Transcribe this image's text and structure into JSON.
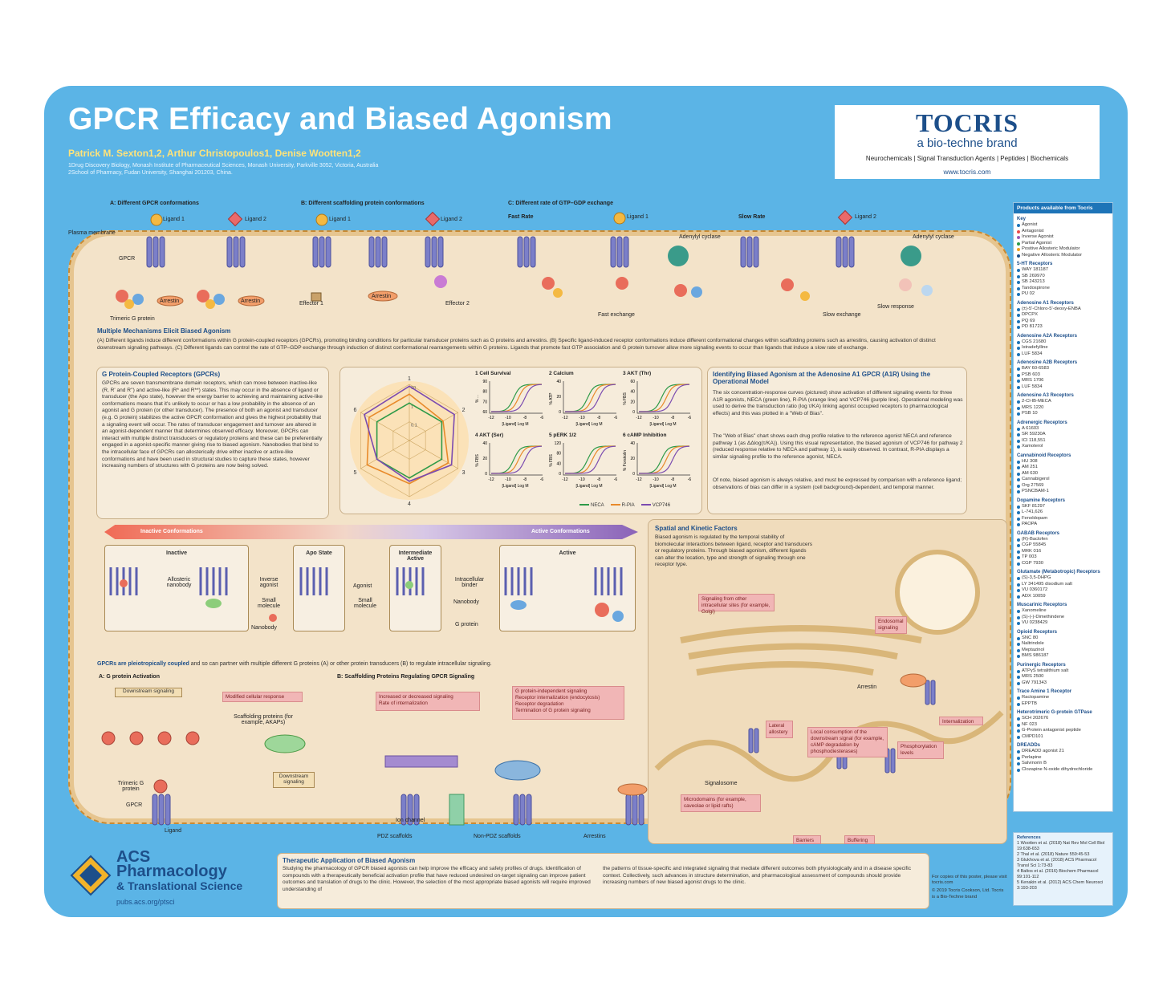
{
  "header": {
    "title": "GPCR Efficacy and Biased Agonism",
    "authors": "Patrick M. Sexton1,2, Arthur Christopoulos1, Denise Wootten1,2",
    "affiliation1": "1Drug Discovery Biology, Monash Institute of Pharmaceutical Sciences, Monash University, Parkville 3052, Victoria, Australia",
    "affiliation2": "2School of Pharmacy, Fudan University, Shanghai 201203, China."
  },
  "tocris": {
    "name": "TOCRIS",
    "brand": "a bio-techne brand",
    "products": "Neurochemicals | Signal Transduction Agents | Peptides | Biochemicals",
    "url": "www.tocris.com"
  },
  "top_panels": {
    "a_title": "A: Different GPCR conformations",
    "b_title": "B: Different scaffolding protein conformations",
    "c_title": "C: Different rate of GTP–GDP exchange",
    "fast_rate": "Fast Rate",
    "slow_rate": "Slow Rate",
    "ligand1": "Ligand 1",
    "ligand2": "Ligand 2",
    "plasma_membrane": "Plasma membrane",
    "gpcr": "GPCR",
    "trimeric_g": "Trimeric G protein",
    "arrestin": "Arrestin",
    "effector1": "Effector 1",
    "effector2": "Effector 2",
    "adenylyl_cyclase": "Adenylyl cyclase",
    "fast_exchange": "Fast exchange",
    "slow_exchange": "Slow exchange",
    "slow_response": "Slow response"
  },
  "mechanisms": {
    "title": "Multiple Mechanisms Elicit Biased Agonism",
    "text": "(A) Different ligands induce different conformations within G protein-coupled receptors (GPCRs), promoting binding conditions for particular transducer proteins such as G proteins and arrestins. (B) Specific ligand-induced receptor conformations induce different conformational changes within scaffolding proteins such as arrestins, causing activation of distinct downstream signaling pathways. (C) Different ligands can control the rate of GTP–GDP exchange through induction of distinct conformational rearrangements within G proteins. Ligands that promote fast GTP association and G protein turnover allow more signaling events to occur than ligands that induce a slow rate of exchange."
  },
  "gpcr_section": {
    "title": "G Protein-Coupled Receptors (GPCRs)",
    "text": "GPCRs are seven transmembrane domain receptors, which can move between inactive-like (R, R' and R'') and active-like (R* and R**) states. This may occur in the absence of ligand or transducer (the Apo state), however the energy barrier to achieving and maintaining active-like conformations means that it's unlikely to occur or has a low probability in the absence of an agonist and G protein (or other transducer). The presence of both an agonist and transducer (e.g. G protein) stabilizes the active GPCR conformation and gives the highest probability that a signaling event will occur. The rates of transducer engagement and turnover are altered in an agonist-dependent manner that determines observed efficacy. Moreover, GPCRs can interact with multiple distinct transducers or regulatory proteins and these can be preferentially engaged in a agonist-specific manner giving rise to biased agonism. Nanobodies that bind to the intracellular face of GPCRs can allosterically drive either inactive or active-like conformations and have been used in structural studies to capture these states, however increasing numbers of structures with G proteins are now being solved."
  },
  "chart_data": [
    {
      "type": "radar",
      "axes": [
        "1",
        "2",
        "3",
        "4",
        "5",
        "6"
      ],
      "ring_labels": [
        "0.1",
        "1",
        "10"
      ],
      "series": [
        {
          "name": "NECA",
          "color": "#2e9a48",
          "values": [
            1,
            1,
            1,
            1,
            1,
            1
          ]
        },
        {
          "name": "R-PIA",
          "color": "#e88a2a",
          "values": [
            3,
            1.2,
            2.5,
            2,
            4,
            3
          ]
        },
        {
          "name": "VCP746",
          "color": "#7b4bb0",
          "values": [
            8,
            6,
            4,
            1.5,
            1,
            6
          ]
        }
      ]
    },
    {
      "type": "line",
      "title": "1 Cell Survival",
      "ylabel": "% ...",
      "xlabel": "[Ligand] Log M",
      "xticks": [
        "-12",
        "-10",
        "-8",
        "-6"
      ],
      "yticks": [
        "90",
        "80",
        "70",
        "60"
      ]
    },
    {
      "type": "line",
      "title": "2 Calcium",
      "ylabel": "% ATP",
      "xlabel": "[Ligand] Log M",
      "xticks": [
        "-12",
        "-10",
        "-8",
        "-6"
      ],
      "yticks": [
        "40",
        "20",
        "0"
      ]
    },
    {
      "type": "line",
      "title": "3 AKT (Thr)",
      "ylabel": "% FBS",
      "xlabel": "[Ligand] Log M",
      "xticks": [
        "-12",
        "-10",
        "-8",
        "-6"
      ],
      "yticks": [
        "60",
        "40",
        "20",
        "0"
      ]
    },
    {
      "type": "line",
      "title": "4 AKT (Ser)",
      "ylabel": "% FBS",
      "xlabel": "[Ligand] Log M",
      "xticks": [
        "-12",
        "-10",
        "-8",
        "-6"
      ],
      "yticks": [
        "40",
        "20",
        "0"
      ]
    },
    {
      "type": "line",
      "title": "5 pERK 1/2",
      "ylabel": "% FBS",
      "xlabel": "[Ligand] Log M",
      "xticks": [
        "-12",
        "-10",
        "-8",
        "-6"
      ],
      "yticks": [
        "120",
        "80",
        "40",
        "0"
      ]
    },
    {
      "type": "line",
      "title": "6 cAMP Inhibition",
      "ylabel": "% Forskolin",
      "xlabel": "[Ligand] Log M",
      "xticks": [
        "-12",
        "-10",
        "-8",
        "-6"
      ],
      "yticks": [
        "40",
        "20",
        "0"
      ]
    }
  ],
  "identify": {
    "title": "Identifying Biased Agonism at the Adenosine A1 GPCR (A1R) Using the Operational Model",
    "p1": "The six concentration-response curves (pictured) show activation of different signaling events for three A1R agonists, NECA (green line), R-PIA (orange line) and VCP746 (purple line). Operational modeling was used to derive the transduction ratio (log τ/KA) linking agonist occupied receptors to pharmacological effects) and this was plotted in a \"Web of Bias\".",
    "p2": "The \"Web of Bias\" chart shows each drug profile relative to the reference agonist NECA and reference pathway 1 (as ΔΔlog(τ/KA)). Using this visual representation, the biased agonism of VCP746 for pathway 2 (reduced response relative to NECA and pathway 1), is easily observed. In contrast, R-PIA displays a similar signaling profile to the reference agonist, NECA.",
    "p3": "Of note, biased agonism is always relative, and must be expressed by comparison with a reference ligand; observations of bias can differ in a system (cell background)-dependent, and temporal manner."
  },
  "conformations": {
    "inactive_label": "Inactive Conformations",
    "active_label": "Active Conformations",
    "boxes": [
      "Inactive",
      "Apo State",
      "Intermediate Active",
      "Active"
    ],
    "allosteric_nanobody": "Allosteric nanobody",
    "inverse_agonist": "Inverse agonist",
    "small_molecule": "Small molecule",
    "nanobody": "Nanobody",
    "agonist": "Agonist",
    "intracellular_binder": "Intracellular binder",
    "g_protein": "G protein"
  },
  "pleio": {
    "title_bold": "GPCRs are pleiotropically coupled",
    "title_rest": " and so can partner with multiple different G proteins (A) or other protein transducers (B) to regulate intracellular signaling.",
    "a_title": "A: G protein Activation",
    "b_title": "B: Scaffolding Proteins Regulating GPCR Signaling",
    "downstream": "Downstream signaling",
    "modified": "Modified cellular response",
    "scaffolding": "Scaffolding proteins (for example, AKAPs)",
    "trimeric": "Trimeric G protein",
    "ligand": "Ligand",
    "gpcr": "GPCR",
    "pdz": "PDZ scaffolds",
    "nonpdz": "Non-PDZ scaffolds",
    "arrestins": "Arrestins",
    "ion_channel": "Ion channel",
    "box1": [
      "Increased or decreased signaling",
      "Rate of internalization"
    ],
    "box2": [
      "G protein-independent signaling",
      "Receptor internalization (endocytosis)",
      "Receptor degradation",
      "Termination of G protein signaling"
    ]
  },
  "spatial": {
    "title": "Spatial and Kinetic Factors",
    "text": "Biased agonism is regulated by the temporal stability of biomolecular interactions between ligand, receptor and transducers or regulatory proteins. Through biased agonism, different ligands can alter the location, type and strength of signaling through one receptor type.",
    "intracellular_sites": "Signaling from other intracellular sites (for example, Golgi)",
    "endosomal": "Endosomal signaling",
    "arrestin": "Arrestin",
    "internalization": "Internalization",
    "lateral": "Lateral allostery",
    "local": "Local consumption of the downstream signal (for example, cAMP degradation by phosphodiesterases)",
    "phospho": "Phosphorylation levels",
    "signalosome": "Signalosome",
    "microdomains": "Microdomains (for example, caveolae or lipid rafts)",
    "barriers": "Barriers",
    "buffering": "Buffering"
  },
  "sidebar": {
    "head": "Products available from Tocris",
    "key_title": "Key",
    "key": [
      {
        "label": "Agonist",
        "color": "#1d74b8"
      },
      {
        "label": "Antagonist",
        "color": "#e84a4a"
      },
      {
        "label": "Inverse Agonist",
        "color": "#9b59b6"
      },
      {
        "label": "Partial Agonist",
        "color": "#2e9a48"
      },
      {
        "label": "Positive Allosteric Modulator",
        "color": "#f0a020"
      },
      {
        "label": "Negative Allosteric Modulator",
        "color": "#1d4f8a"
      }
    ],
    "groups": [
      {
        "title": "5-HT Receptors",
        "items": [
          "WAY 181187",
          "SB 269970",
          "SB 243213",
          "Tandospirone",
          "PU 02"
        ]
      },
      {
        "title": "Adenosine A1 Receptors",
        "items": [
          "(±)-5'-Chloro-5'-deoxy-ENBA",
          "DPCPX",
          "PQ 69",
          "PD 81723"
        ]
      },
      {
        "title": "Adenosine A2A Receptors",
        "items": [
          "CGS 21680",
          "Istradefylline",
          "LUF 5834"
        ]
      },
      {
        "title": "Adenosine A2B Receptors",
        "items": [
          "BAY 60-6583",
          "PSB 603",
          "MRS 1706",
          "LUF 5834"
        ]
      },
      {
        "title": "Adenosine A3 Receptors",
        "items": [
          "2-Cl-IB-MECA",
          "MRS 1220",
          "PSB 10"
        ]
      },
      {
        "title": "Adrenergic Receptors",
        "items": [
          "A 61603",
          "SR 59230A",
          "ICI 118,551",
          "Xamoterol"
        ]
      },
      {
        "title": "Cannabinoid Receptors",
        "items": [
          "HU 308",
          "AM 251",
          "AM 630",
          "Cannabigerol",
          "Org 27569",
          "PSNCBAM-1"
        ]
      },
      {
        "title": "Dopamine Receptors",
        "items": [
          "SKF 81297",
          "L-741,626",
          "Fenoldopam",
          "PAOPA"
        ]
      },
      {
        "title": "GABAB Receptors",
        "items": [
          "(R)-Baclofen",
          "CGP 55845",
          "MRK 016",
          "TP 003",
          "CGP 7930"
        ]
      },
      {
        "title": "Glutamate (Metabotropic) Receptors",
        "items": [
          "(S)-3,5-DHPG",
          "LY 341495 disodium salt",
          "VU 0360172",
          "ADX 10059"
        ]
      },
      {
        "title": "Muscarinic Receptors",
        "items": [
          "Xanomeline",
          "(S)-(-)-Dimethindene",
          "VU 0238429"
        ]
      },
      {
        "title": "Opioid Receptors",
        "items": [
          "SNC 80",
          "Naltrindole",
          "Meptazinol",
          "BMS 986187"
        ]
      },
      {
        "title": "Purinergic Receptors",
        "items": [
          "ATPγS tetralithium salt",
          "MRS 2500",
          "GW 791343"
        ]
      },
      {
        "title": "Trace Amine 1 Receptor",
        "items": [
          "Ractopamine",
          "EPPTB"
        ]
      },
      {
        "title": "Heterotrimeric G-protein GTPase",
        "items": [
          "SCH 202676",
          "NF 023",
          "G-Protein antagonist peptide",
          "CMPD101"
        ]
      },
      {
        "title": "DREADDs",
        "items": [
          "DREADD agonist 21",
          "Perlapine",
          "Salvinorin B",
          "Clozapine N-oxide dihydrochloride"
        ]
      }
    ]
  },
  "references": {
    "title": "References",
    "items": [
      "1 Wootten et al. (2018) Nat Rev Mol Cell Biol 19:638-653",
      "2 Thal et al. (2018) Nature 559:45-53",
      "3 Glukhova et al. (2018) ACS Pharmacol Transl Sci 1:73-83",
      "4 Baltos et al. (2016) Biochem Pharmacol 99:101-112",
      "5 Kenakin et al. (2012) ACS Chem Neurosci 3:193-203"
    ]
  },
  "therapy": {
    "title": "Therapeutic Application of Biased Agonism",
    "col1": "Studying the pharmacology of GPCR biased agonists can help improve the efficacy and safety profiles of drugs. Identification of compounds with a therapeutically beneficial activation profile that have reduced undesired on-target signaling can improve patient outcomes and translation of drugs to the clinic. However, the selection of the most appropriate biased agonists will require improved understanding of",
    "col2": "the patterns of tissue-specific and integrated signaling that mediate different outcomes both physiologically and in a disease specific context. Collectively, such advances in structure determination, and pharmacological assessment of compounds should provide increasing numbers of new biased agonist drugs to the clinic.",
    "copy1": "For copies of this poster, please visit tocris.com",
    "copy2": "© 2019 Tocris Cookson, Ltd. Tocris is a Bio-Techne brand"
  },
  "acs": {
    "l1": "ACS",
    "l2": "Pharmacology",
    "l3": "& Translational Science",
    "url": "pubs.acs.org/ptsci",
    "seal": "A C S"
  },
  "colors": {
    "poster_blue": "#5bb4e6",
    "cell": "#f3e3c9",
    "receptor": "#7b7fc9",
    "alpha": "#e96d5b",
    "neca": "#2e9a48",
    "rpia": "#e88a2a",
    "vcp": "#7b4bb0"
  }
}
